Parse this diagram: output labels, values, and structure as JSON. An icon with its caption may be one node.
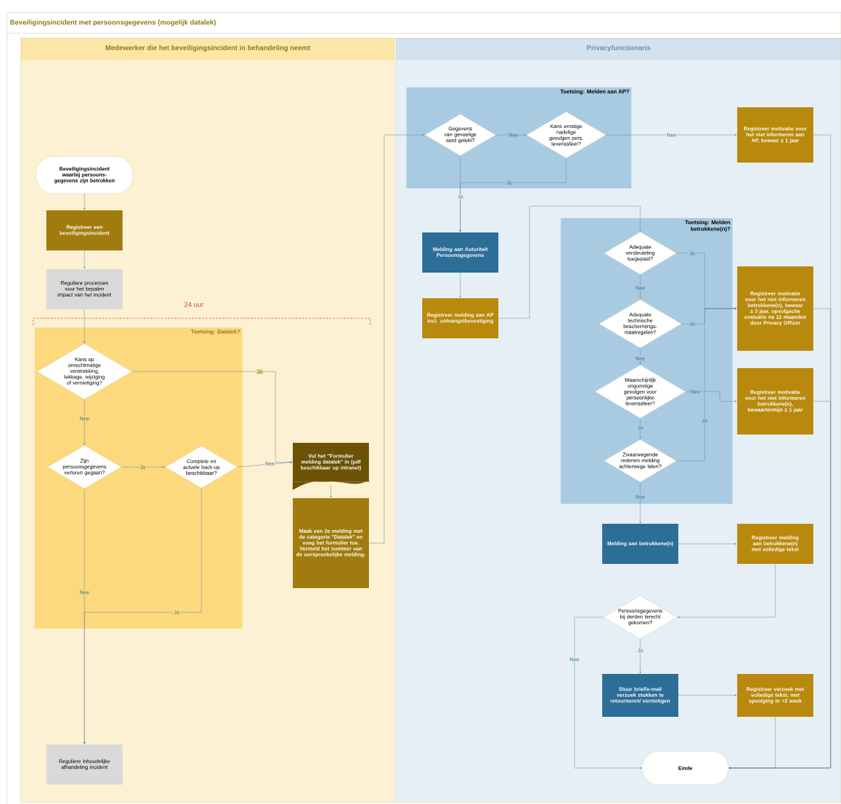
{
  "diagram": {
    "title": "Beveiligingsincident met persoonsgegevens (mogelijk datalek)",
    "nodes": [
      {
        "text": [
          "Medewerker die het beveiligingsincident in behandeling neemt"
        ]
      },
      {
        "text": [
          "Privacyfunctionaris"
        ]
      },
      {
        "text": [
          "Beveiligingsincident waarbij persoons-gegevens zijn betrokken"
        ],
        "in": 0
      },
      {
        "text": [
          "Registreer een beveiligingsincident"
        ],
        "in": 0
      },
      {
        "text": [
          "Reguliere processen voor het bepalen impact van het incident"
        ],
        "in": 0
      },
      {
        "text": [
          "Toetsing: Datalek?"
        ],
        "in": 0
      },
      {
        "text": [
          "Kans op onrechtmatige verstrekking, lekkage, wijziging of vernietiging?"
        ],
        "in": 5
      },
      {
        "text": [
          "Zijn persoonsgegevens verloren gegaan?"
        ],
        "in": 5
      },
      {
        "text": [
          "Complete en actuele back-up beschikbaar?"
        ],
        "in": 5
      },
      {
        "text": [
          "Vul het \"Formulier melding datalek\" in (pdf beschikbaar op intranet)"
        ],
        "in": 0
      },
      {
        "text": [
          "Maak een 2e melding met de categorie \"Datalek\" en voeg het formulier toe. Vermeld het nummer van de oorspronkelijke melding."
        ],
        "in": 0
      },
      {
        "text": [
          "Reguliere inhoudelijke afhandeling incident"
        ],
        "in": 0
      },
      {
        "text": [
          "Toetsing: Melden aan AP?"
        ],
        "in": 1
      },
      {
        "text": [
          "Gegevens van gevoelige aard gelekt?"
        ],
        "in": 12
      },
      {
        "text": [
          "Kans ernstige nadelige gevolgen pers. levenssfeer?"
        ],
        "in": 12
      },
      {
        "text": [
          "Registreer motivatie voor het niet informeren aan AP, bewaar ≥ 1 jaar"
        ],
        "in": 1
      },
      {
        "text": [
          "Melding aan Autoriteit Persoonsgegevens"
        ],
        "in": 1
      },
      {
        "text": [
          "Registreer melding aan AP incl. ontvangstbevestiging"
        ],
        "in": 1
      },
      {
        "text": [
          "Toetsing: Melden betrokkene(n)?"
        ],
        "in": 1
      },
      {
        "text": [
          "Adequate versleuteling toegepast?"
        ],
        "in": 18
      },
      {
        "text": [
          "Adequate technische beschermings-maatregelen?"
        ],
        "in": 18
      },
      {
        "text": [
          "Waarschijnlijk ongunstige gevolgen voor persoonlijke levenssfeer?"
        ],
        "in": 18
      },
      {
        "text": [
          "Zwaarwegende redenen melding achterwege laten?"
        ],
        "in": 18
      },
      {
        "text": [
          "Registreer motivatie voor het niet informeren betrokkene(n), bewaar ≥ 3 jaar, opvolgactie evaluatie na 12 maanden door Privacy Officer"
        ],
        "in": 1
      },
      {
        "text": [
          "Registreer motivatie voor het niet informeren betrokkene(n), bewaartermijn ≥ 1 jaar"
        ],
        "in": 1
      },
      {
        "text": [
          "Melding aan betrokkene(n)"
        ],
        "in": 1
      },
      {
        "text": [
          "Registreer melding aan betrokkene(n) met volledige tekst"
        ],
        "in": 1
      },
      {
        "text": [
          "Persoonsgegevens bij derden terecht gekomen?"
        ],
        "in": 1
      },
      {
        "text": [
          "Stuur brief/e-mail verzoek stukken te retourneren/ vernietigen"
        ],
        "in": 1
      },
      {
        "text": [
          "Registreer verzoek met volledige tekst, met opvolging in +2 week"
        ],
        "in": 1
      },
      {
        "text": [
          "Einde"
        ],
        "in": 1
      }
    ],
    "edges": [
      {
        "from": 2,
        "to": 3,
        "arrow": "to"
      },
      {
        "from": 3,
        "to": 4,
        "arrow": "to"
      },
      {
        "from": 4,
        "to": 6,
        "arrow": "to"
      },
      {
        "from": 6,
        "to": 9,
        "arrow": "to",
        "label": "Ja"
      },
      {
        "from": 6,
        "to": 7,
        "arrow": "to",
        "label": "Nee"
      },
      {
        "from": 7,
        "to": 8,
        "arrow": "to",
        "label": "Ja"
      },
      {
        "from": 8,
        "to": 9,
        "arrow": "to",
        "label": "Nee"
      },
      {
        "from": 7,
        "to": 11,
        "arrow": "to",
        "label": "Nee"
      },
      {
        "from": 8,
        "to": 11,
        "arrow": "to",
        "label": "Ja"
      },
      {
        "from": 9,
        "to": 10,
        "arrow": "to"
      },
      {
        "from": 10,
        "to": 13,
        "arrow": "to"
      },
      {
        "from": 13,
        "to": 14,
        "arrow": "to",
        "label": "Nee"
      },
      {
        "from": 14,
        "to": 15,
        "arrow": "to",
        "label": "Nee"
      },
      {
        "from": 13,
        "to": 16,
        "arrow": "to",
        "label": "Ja"
      },
      {
        "from": 14,
        "to": 16,
        "arrow": "to",
        "label": "Ja"
      },
      {
        "from": 16,
        "to": 17,
        "arrow": "to"
      },
      {
        "from": 17,
        "to": 19,
        "arrow": "to"
      },
      {
        "from": 19,
        "to": 20,
        "arrow": "to",
        "label": "Nee"
      },
      {
        "from": 20,
        "to": 21,
        "arrow": "to",
        "label": "Nee"
      },
      {
        "from": 21,
        "to": 22,
        "arrow": "to",
        "label": "Ja"
      },
      {
        "from": 19,
        "to": 23,
        "arrow": "to",
        "label": "Ja"
      },
      {
        "from": 20,
        "to": 23,
        "arrow": "to",
        "label": "Ja"
      },
      {
        "from": 21,
        "to": 24,
        "arrow": "to",
        "label": "Nee"
      },
      {
        "from": 22,
        "to": 23,
        "arrow": "to",
        "label": "Ja"
      },
      {
        "from": 22,
        "to": 25,
        "arrow": "to",
        "label": "Nee"
      },
      {
        "from": 25,
        "to": 26,
        "arrow": "to"
      },
      {
        "from": 26,
        "to": 27,
        "arrow": "to"
      },
      {
        "from": 27,
        "to": 28,
        "arrow": "to",
        "label": "Ja"
      },
      {
        "from": 27,
        "to": 30,
        "arrow": "to",
        "label": "Nee"
      },
      {
        "from": 28,
        "to": 29,
        "arrow": "to"
      },
      {
        "from": 29,
        "to": 30,
        "arrow": "to"
      },
      {
        "from": 15,
        "to": 30,
        "arrow": "to"
      },
      {
        "from": 23,
        "to": 30,
        "arrow": "to"
      },
      {
        "from": 24,
        "to": 30,
        "arrow": "to"
      }
    ],
    "labels": [
      "24 uur"
    ]
  }
}
